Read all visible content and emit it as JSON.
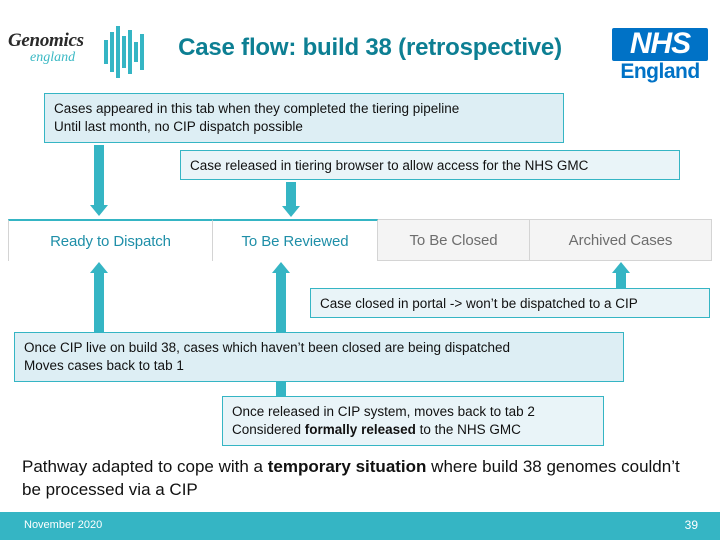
{
  "header": {
    "logo_primary": "Genomics",
    "logo_secondary": "england",
    "title": "Case flow: build 38 (retrospective)",
    "nhs_text": "NHS",
    "nhs_sub": "England"
  },
  "boxes": {
    "tiering": {
      "line1": "Cases appeared in this tab when they completed the tiering pipeline",
      "line2": "Until last month, no CIP dispatch possible"
    },
    "released": {
      "line1": "Case released in tiering browser to allow access for the NHS GMC"
    },
    "closed": {
      "line1": "Case closed in portal -> won’t be dispatched to a CIP"
    },
    "cip_live": {
      "line1": "Once CIP live on build 38, cases which haven’t been closed are being dispatched",
      "line2": "Moves cases back to tab 1"
    },
    "moves": {
      "line1": "Once released in CIP system, moves back to tab 2",
      "line2_pre": "Considered ",
      "line2_bold": "formally released",
      "line2_post": " to the NHS GMC"
    }
  },
  "tabs": [
    {
      "label": "Ready to Dispatch",
      "state": "active"
    },
    {
      "label": "To Be Reviewed",
      "state": "active"
    },
    {
      "label": "To Be Closed",
      "state": "inactive"
    },
    {
      "label": "Archived Cases",
      "state": "inactive"
    }
  ],
  "bottom_note": {
    "pre": "Pathway adapted to cope with a ",
    "bold": "temporary situation",
    "post": " where build 38 genomes couldn’t be processed via a CIP"
  },
  "footer": {
    "date": "November 2020",
    "page": "39"
  },
  "colors": {
    "accent": "#35b5c4",
    "title": "#0d7f93",
    "nhs_blue": "#0072c6",
    "box_fill": "#ddeef4"
  }
}
